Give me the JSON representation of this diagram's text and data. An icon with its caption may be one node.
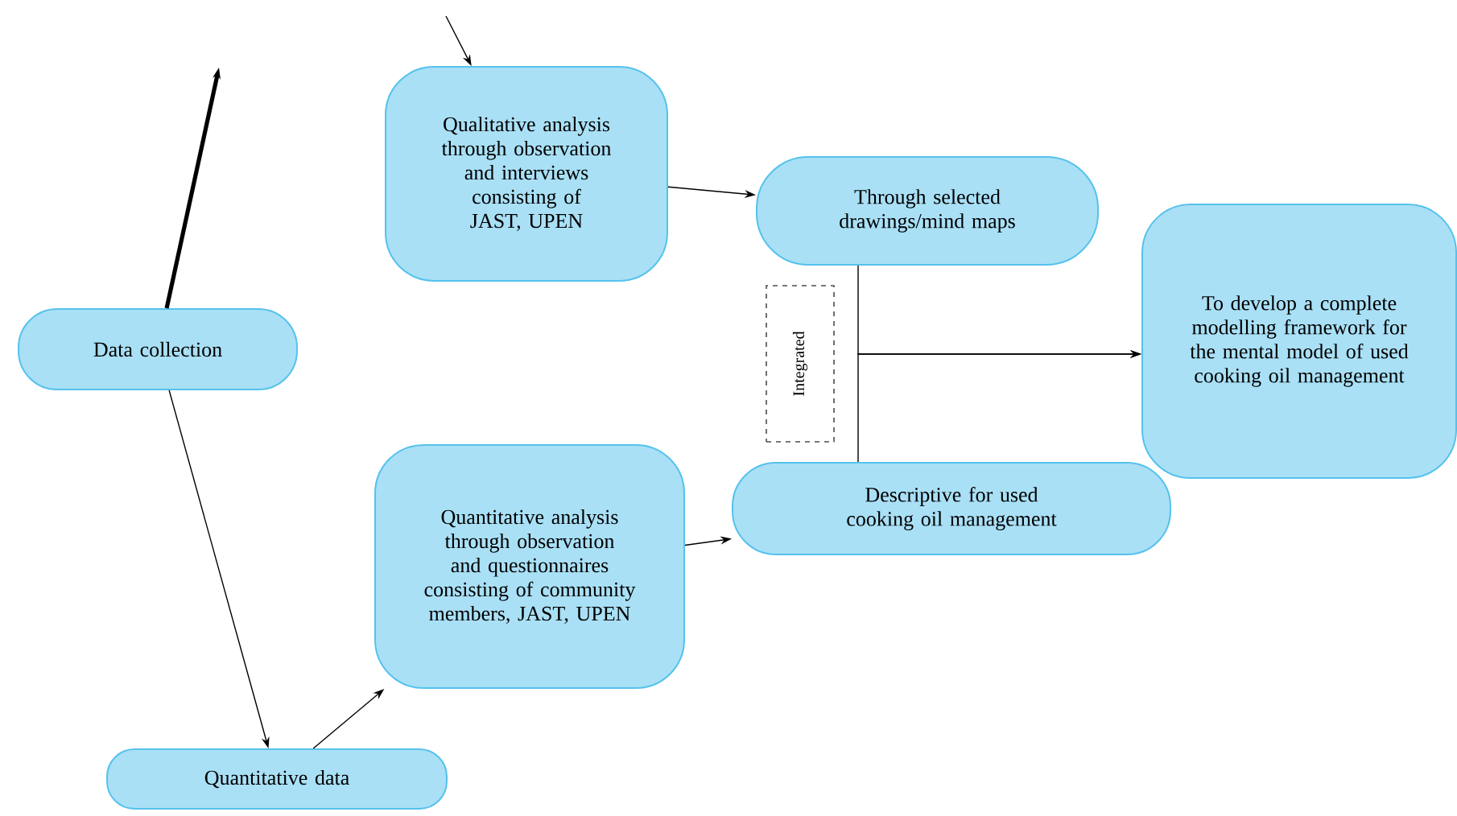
{
  "diagram": {
    "nodes": [
      {
        "text": [
          "Data collection"
        ]
      },
      {
        "text": [
          "Qualitative analysis through observation and interviews consisting of JAST, UPEN"
        ]
      },
      {
        "text": [
          "Through selected drawings/mind maps"
        ]
      },
      {
        "text": [
          "Integrated"
        ]
      },
      {
        "text": [
          "Descriptive for used cooking oil management"
        ]
      },
      {
        "text": [
          "To develop a complete modelling framework for the mental model of used cooking oil management"
        ]
      },
      {
        "text": [
          "Quantitative analysis through observation and questionnaires consisting of community members, JAST, UPEN"
        ]
      },
      {
        "text": [
          "Quantitative data"
        ]
      }
    ],
    "edges": [
      {
        "from": 0,
        "to": null,
        "arrow": "to",
        "style": "thick"
      },
      {
        "from": null,
        "to": 1,
        "arrow": "to"
      },
      {
        "from": 1,
        "to": 2,
        "arrow": "to"
      },
      {
        "from": 0,
        "to": 7,
        "arrow": "to"
      },
      {
        "from": 7,
        "to": 6,
        "arrow": "to"
      },
      {
        "from": 6,
        "to": 4,
        "arrow": "to"
      },
      {
        "from": 2,
        "to": 5,
        "arrow": "to"
      },
      {
        "from": 4,
        "to": 5,
        "arrow": "to"
      }
    ]
  }
}
